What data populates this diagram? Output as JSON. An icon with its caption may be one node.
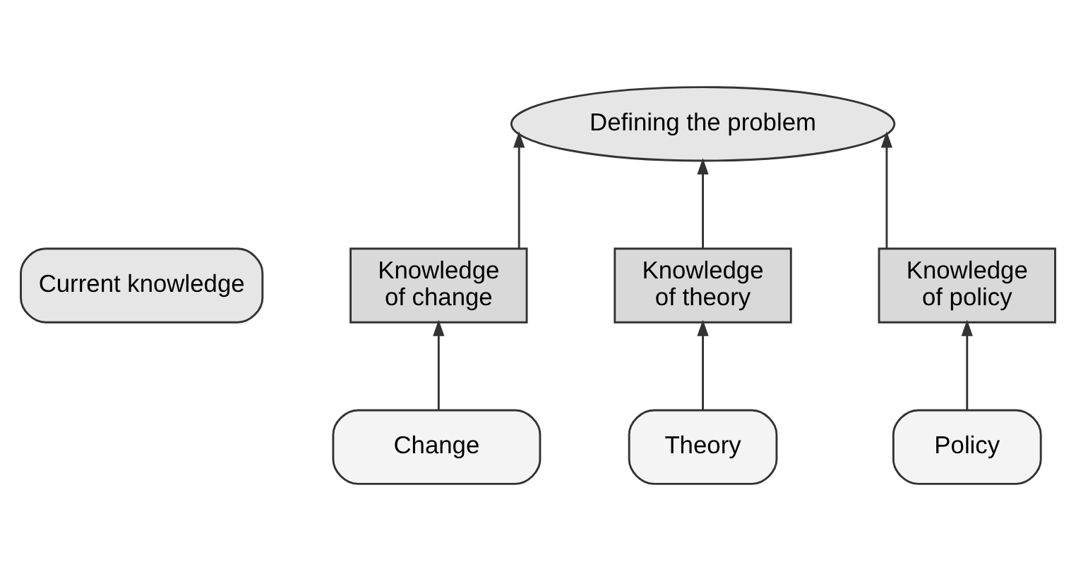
{
  "diagram": {
    "nodes": [
      {
        "text": [
          "Defining the problem"
        ]
      },
      {
        "text": [
          "Current knowledge"
        ]
      },
      {
        "text": [
          "Knowledge of change"
        ]
      },
      {
        "text": [
          "Knowledge of theory"
        ]
      },
      {
        "text": [
          "Knowledge of policy"
        ]
      },
      {
        "text": [
          "Change"
        ]
      },
      {
        "text": [
          "Theory"
        ]
      },
      {
        "text": [
          "Policy"
        ]
      }
    ],
    "edges": [
      {
        "from": 2,
        "to": 0,
        "arrow": "to"
      },
      {
        "from": 3,
        "to": 0,
        "arrow": "to"
      },
      {
        "from": 4,
        "to": 0,
        "arrow": "to"
      },
      {
        "from": 5,
        "to": 2,
        "arrow": "to"
      },
      {
        "from": 6,
        "to": 3,
        "arrow": "to"
      },
      {
        "from": 7,
        "to": 4,
        "arrow": "to"
      }
    ]
  }
}
